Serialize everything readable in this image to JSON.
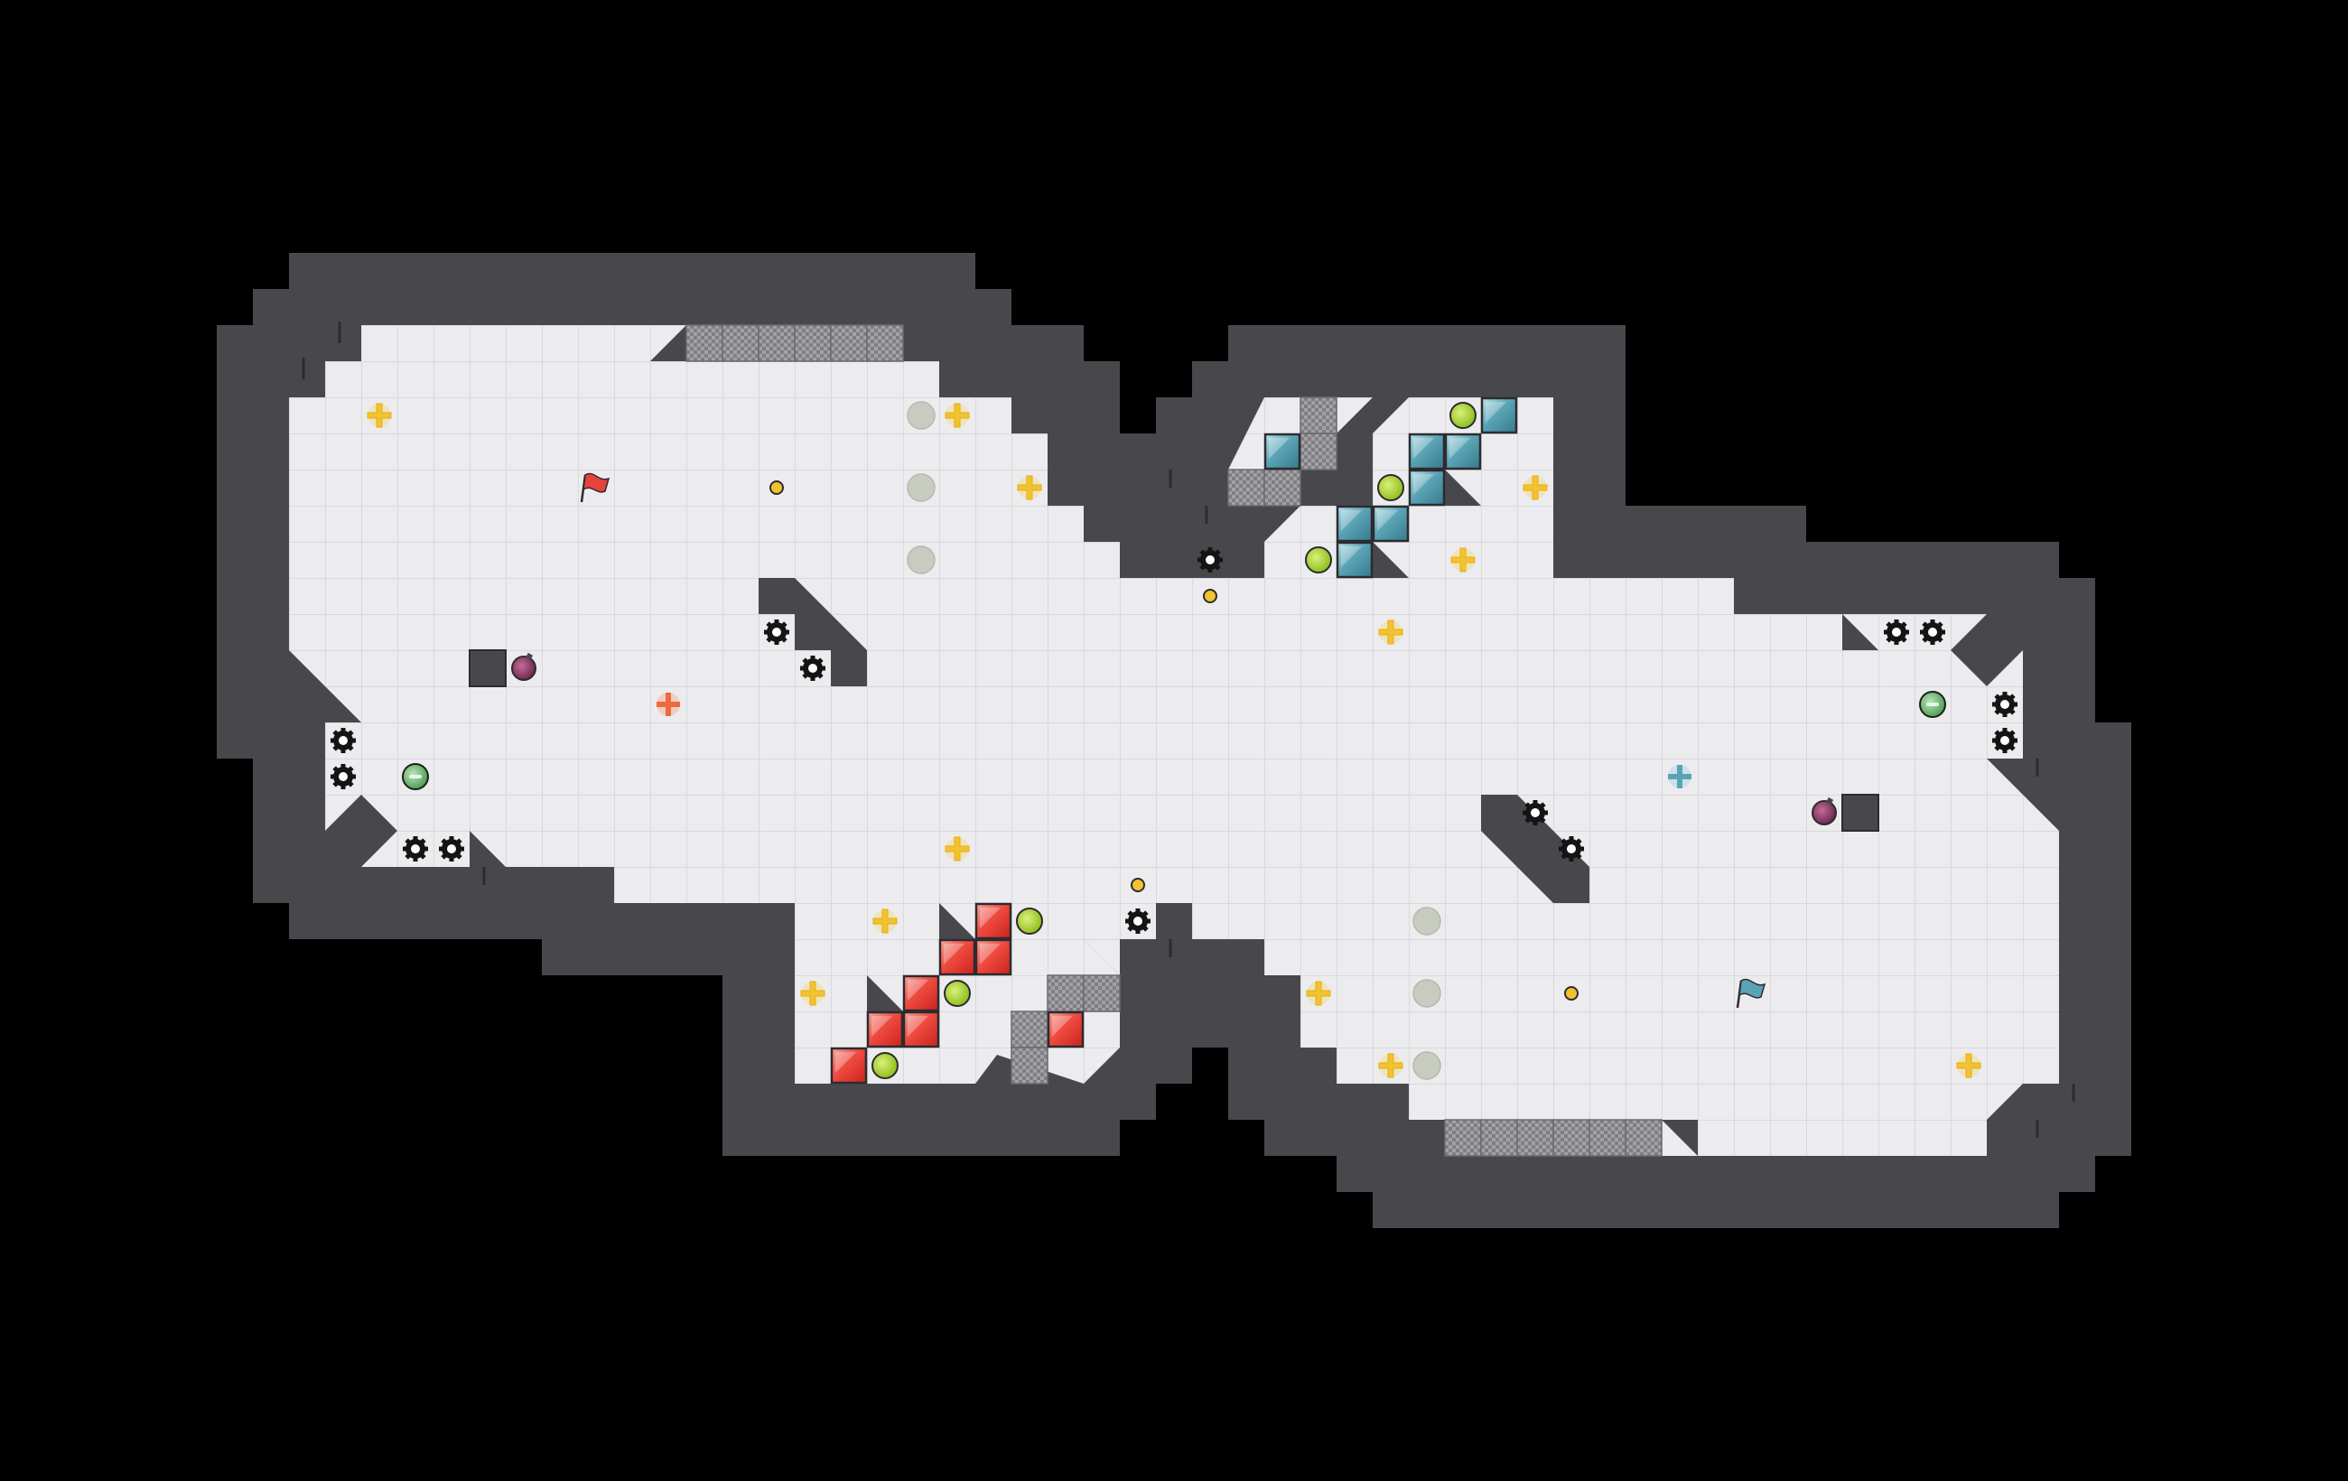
{
  "app": {
    "title": ""
  },
  "theme": {
    "background": "#000000",
    "wall": "#48474c",
    "wall_edge": "#2c2b30",
    "floor": "#ececef",
    "grid": "#dadadf",
    "grate": "#8e8e92",
    "red_block": "#e8433a",
    "blue_block": "#5aa3b5",
    "green_orb": "#a6d12d",
    "grey_orb": "#c6cbbe",
    "gold": "#f2c230",
    "red_team": "#e85a3a",
    "blue_team": "#5aa3b5",
    "bomb": "#8e3f6a",
    "capsule": "#88c98a",
    "sawblade": "#141414"
  },
  "map": {
    "name": "",
    "teams": [
      {
        "name": "red",
        "flag_icon": "red-flag-icon",
        "base_icon": "red-spawn-icon"
      },
      {
        "name": "blue",
        "flag_icon": "blue-flag-icon",
        "base_icon": "blue-spawn-icon"
      }
    ],
    "legend": [
      {
        "name": "sawblade-icon"
      },
      {
        "name": "speed-boost-icon"
      },
      {
        "name": "portal-icon"
      },
      {
        "name": "bomb-icon"
      },
      {
        "name": "capsule-icon"
      },
      {
        "name": "powerup-icon"
      },
      {
        "name": "red-gate-block-icon"
      },
      {
        "name": "blue-gate-block-icon"
      },
      {
        "name": "floor-grate"
      }
    ]
  }
}
